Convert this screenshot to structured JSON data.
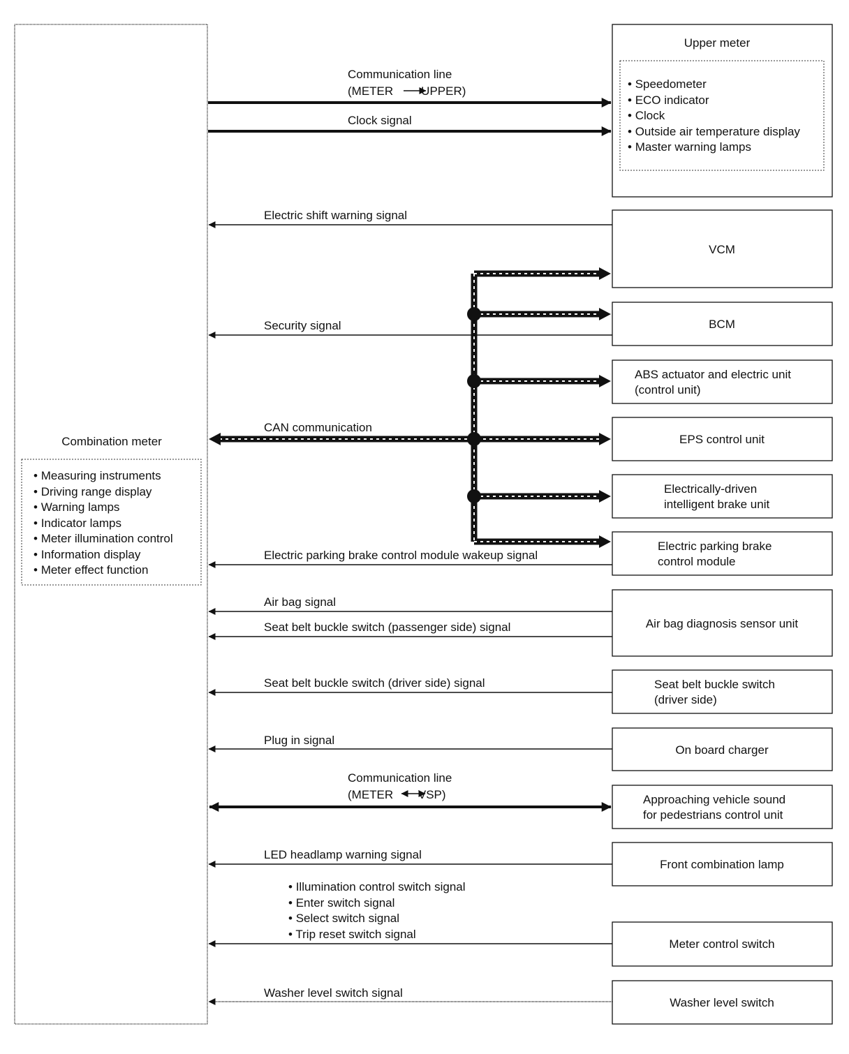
{
  "combination_meter": {
    "title": "Combination meter",
    "functions": [
      "Measuring instruments",
      "Driving range display",
      "Warning lamps",
      "Indicator lamps",
      "Meter illumination control",
      "Information display",
      "Meter effect function"
    ]
  },
  "upper_meter": {
    "title": "Upper meter",
    "functions": [
      "Speedometer",
      "ECO indicator",
      "Clock",
      "Outside air temperature display",
      "Master warning lamps"
    ]
  },
  "units": {
    "vcm": "VCM",
    "bcm": "BCM",
    "abs": [
      "ABS actuator and electric unit",
      "(control unit)"
    ],
    "eps": "EPS control unit",
    "brake": [
      "Electrically-driven",
      "intelligent brake unit"
    ],
    "parking": [
      "Electric parking brake",
      "control module"
    ],
    "airbag": "Air bag diagnosis sensor unit",
    "seatbelt": [
      "Seat belt buckle switch",
      "(driver side)"
    ],
    "charger": "On board charger",
    "vsp": [
      "Approaching vehicle sound",
      "for pedestrians control unit"
    ],
    "front_lamp": "Front combination lamp",
    "meter_switch": "Meter control switch",
    "washer": "Washer level switch"
  },
  "signals": {
    "comm_upper": [
      "Communication line",
      "(METER",
      "UPPER)"
    ],
    "clock": "Clock signal",
    "shift_warning": "Electric shift warning signal",
    "security": "Security signal",
    "can": "CAN communication",
    "epb_wakeup": "Electric parking brake control module wakeup signal",
    "airbag": "Air bag signal",
    "seatbelt_passenger": "Seat belt buckle switch (passenger side) signal",
    "seatbelt_driver": "Seat belt buckle switch (driver side) signal",
    "plug_in": "Plug in signal",
    "comm_vsp": [
      "Communication line",
      "(METER",
      "VSP)"
    ],
    "led_headlamp": "LED headlamp warning signal",
    "switch_signals": [
      "Illumination control switch signal",
      "Enter switch signal",
      "Select switch signal",
      "Trip reset switch signal"
    ],
    "washer": "Washer level switch signal"
  }
}
